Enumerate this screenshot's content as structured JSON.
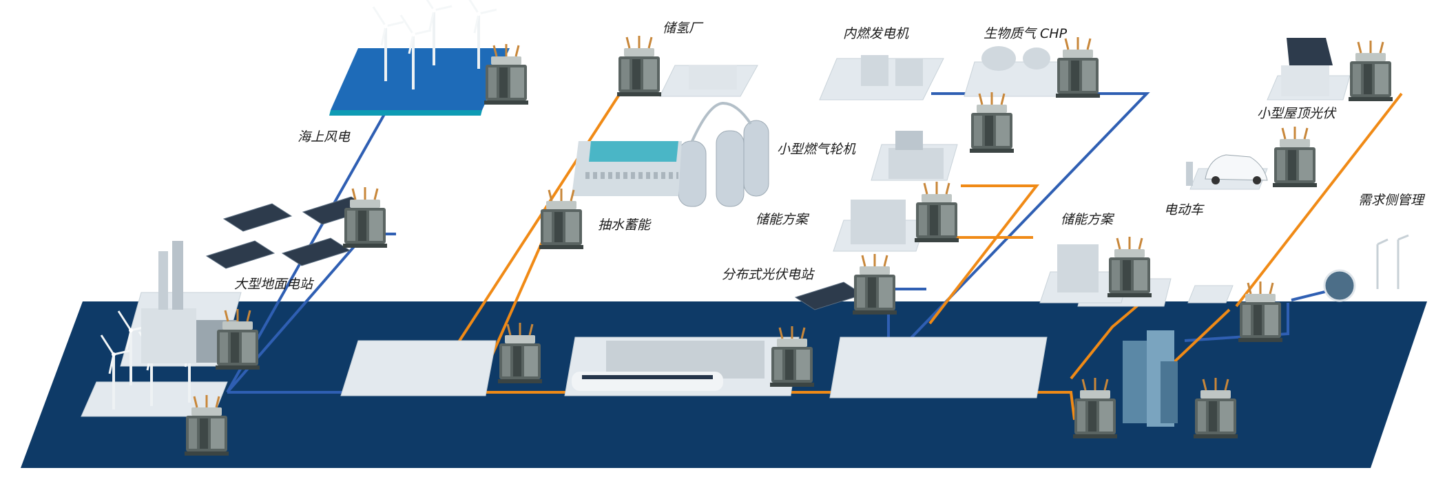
{
  "labels": {
    "offshore_wind": "海上风电",
    "hydrogen_storage": "储氢厂",
    "ice_generator": "内燃发电机",
    "biomass_chp": "生物质气 CHP",
    "rooftop_pv": "小型屋顶光伏",
    "small_gas_turbine": "小型燃气轮机",
    "pumped_hydro": "抽水蓄能",
    "storage_solution_left": "储能方案",
    "storage_solution_right": "储能方案",
    "ev": "电动车",
    "demand_side": "需求侧管理",
    "distributed_pv": "分布式光伏电站",
    "ground_pv": "大型地面电站"
  },
  "colors": {
    "ground": "#0e3a67",
    "platform": "#e3e9ee",
    "transmission_line": "#f08a16",
    "distribution_line": "#2f5fb3",
    "sea": "#1e6bb8",
    "transformer": "#4f5a58"
  }
}
